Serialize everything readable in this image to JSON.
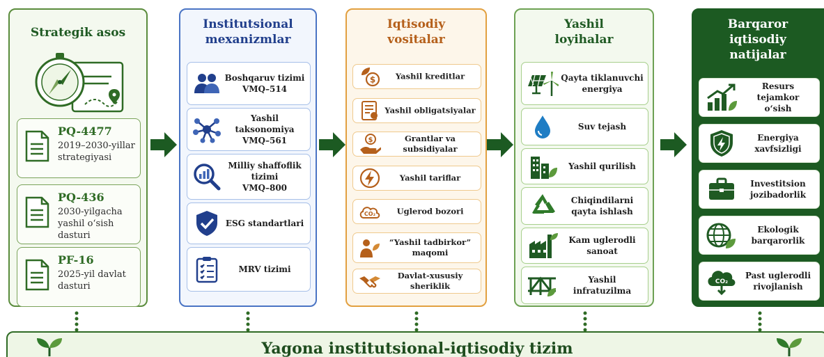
{
  "colors": {
    "green_dark": "#1c5a22",
    "green": "#2f6b25",
    "blue": "#213f8c",
    "orange": "#b5601b",
    "gold": "#e2a040"
  },
  "columns": {
    "strategic": {
      "title_lines": [
        "Strategik asos"
      ],
      "docs": [
        {
          "code": "PQ-4477",
          "desc": "2019–2030-yillar strategiyasi"
        },
        {
          "code": "PQ-436",
          "desc": "2030-yilgacha yashil o‘sish dasturi"
        },
        {
          "code": "PF-16",
          "desc": "2025-yil davlat dasturi"
        }
      ]
    },
    "institutional": {
      "title_lines": [
        "Institutsional",
        "mexanizmlar"
      ],
      "items": [
        {
          "lines": [
            "Boshqaruv tizimi",
            "VMQ–514"
          ],
          "icon": "people-icon"
        },
        {
          "lines": [
            "Yashil taksonomiya",
            "VMQ–561"
          ],
          "icon": "network-icon"
        },
        {
          "lines": [
            "Milliy shaffoflik tizimi",
            "VMQ–800"
          ],
          "icon": "magnifier-chart-icon"
        },
        {
          "lines": [
            "ESG standartlari"
          ],
          "icon": "shield-check-icon"
        },
        {
          "lines": [
            "MRV tizimi"
          ],
          "icon": "clipboard-checklist-icon"
        }
      ]
    },
    "economic": {
      "title_lines": [
        "Iqtisodiy",
        "vositalar"
      ],
      "items": [
        {
          "lines": [
            "Yashil kreditlar"
          ],
          "icon": "leaf-coin-icon"
        },
        {
          "lines": [
            "Yashil obligatsiyalar"
          ],
          "icon": "bond-document-icon"
        },
        {
          "lines": [
            "Grantlar va subsidiyalar"
          ],
          "icon": "hand-coin-icon"
        },
        {
          "lines": [
            "Yashil tariflar"
          ],
          "icon": "lightning-icon"
        },
        {
          "lines": [
            "Uglerod bozori"
          ],
          "icon": "co2-cloud-icon"
        },
        {
          "lines": [
            "“Yashil tadbirkor”",
            "maqomi"
          ],
          "icon": "entrepreneur-icon"
        },
        {
          "lines": [
            "Davlat-xususiy sheriklik"
          ],
          "icon": "handshake-icon"
        }
      ]
    },
    "projects": {
      "title_lines": [
        "Yashil",
        "loyihalar"
      ],
      "items": [
        {
          "lines": [
            "Qayta tiklanuvchi",
            "energiya"
          ],
          "icon": "solar-wind-icon"
        },
        {
          "lines": [
            "Suv tejash"
          ],
          "icon": "water-drop-icon"
        },
        {
          "lines": [
            "Yashil qurilish"
          ],
          "icon": "green-building-icon"
        },
        {
          "lines": [
            "Chiqindilarni",
            "qayta ishlash"
          ],
          "icon": "recycle-icon"
        },
        {
          "lines": [
            "Kam uglerodli",
            "sanoat"
          ],
          "icon": "factory-icon"
        },
        {
          "lines": [
            "Yashil infratuzilma"
          ],
          "icon": "bridge-icon"
        }
      ]
    },
    "results": {
      "title_lines": [
        "Barqaror",
        "iqtisodiy",
        "natijalar"
      ],
      "items": [
        {
          "lines": [
            "Resurs tejamkor",
            "o‘sish"
          ],
          "icon": "growth-chart-icon"
        },
        {
          "lines": [
            "Energiya",
            "xavfsizligi"
          ],
          "icon": "energy-shield-icon"
        },
        {
          "lines": [
            "Investitsion",
            "jozibadorlik"
          ],
          "icon": "briefcase-icon"
        },
        {
          "lines": [
            "Ekologik",
            "barqarorlik"
          ],
          "icon": "globe-leaf-icon"
        },
        {
          "lines": [
            "Past uglerodli",
            "rivojlanish"
          ],
          "icon": "co2-down-icon"
        }
      ]
    }
  },
  "bottom_banner": {
    "text": "Yagona institutsional-iqtisodiy tizim"
  }
}
